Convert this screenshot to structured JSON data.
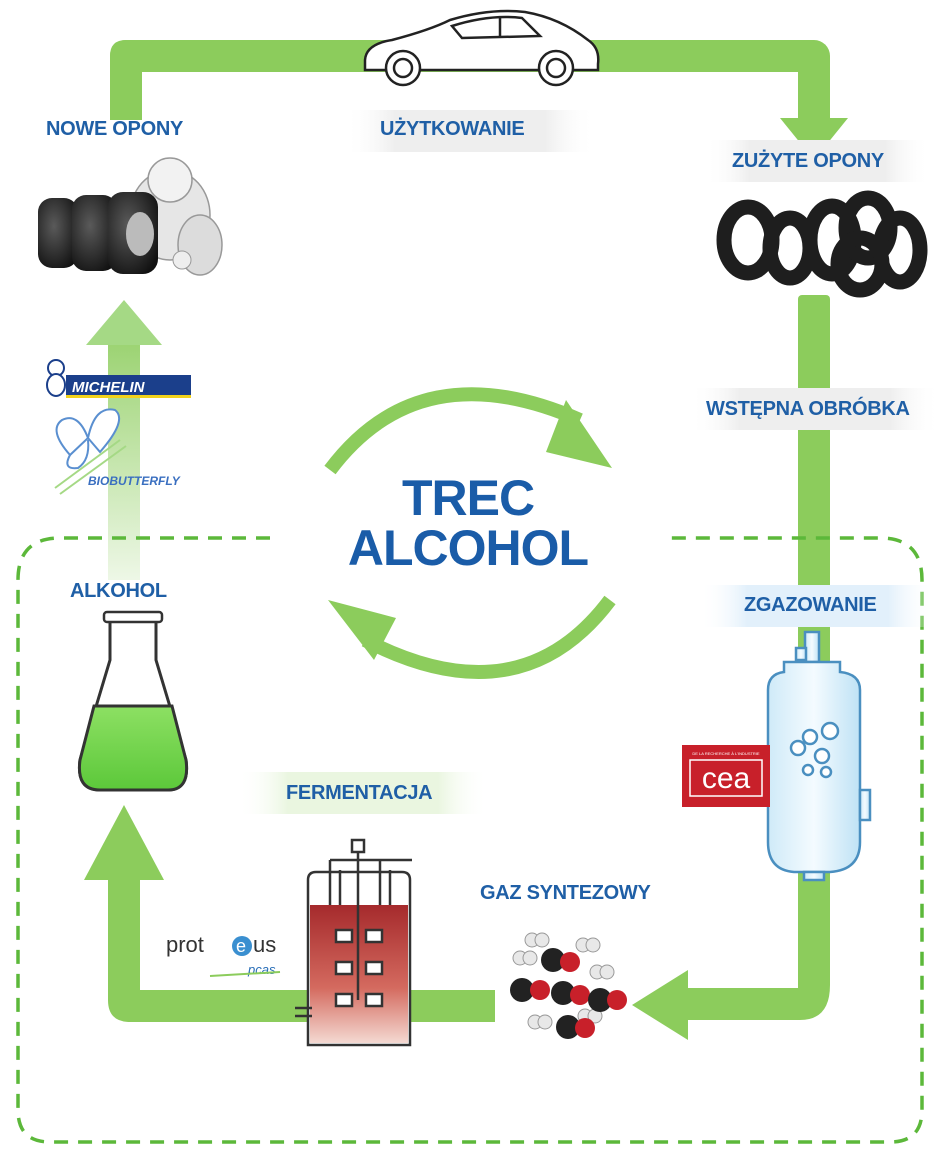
{
  "title": {
    "line1": "TREC",
    "line2": "ALCOHOL"
  },
  "stages": {
    "uzytkowanie": "UŻYTKOWANIE",
    "nowe_opony": "NOWE OPONY",
    "zuzyte_opony": "ZUŻYTE OPONY",
    "wstepna_obrobka": "WSTĘPNA OBRÓBKA",
    "zgazowanie": "ZGAZOWANIE",
    "gaz_syntezowy": "GAZ SYNTEZOWY",
    "fermentacja": "FERMENTACJA",
    "alkohol": "ALKOHOL"
  },
  "logos": {
    "michelin": "MICHELIN",
    "biobutterfly": "BIOBUTTERFLY",
    "cea": "cea",
    "cea_small": "DE LA RECHERCHE À L'INDUSTRIE",
    "proteus": "prot",
    "proteus_e": "e",
    "proteus_tail": "us",
    "pcas": "pcas"
  },
  "colors": {
    "arrow_green": "#8ccc5c",
    "dashed_green": "#5cb83a",
    "label_blue": "#1f5fa6",
    "liquid_green": "#7ed957",
    "reactor_red": "#b8383a",
    "cea_red": "#c8202a",
    "michelin_blue": "#1b3f8b"
  },
  "icons": [
    "car-icon",
    "tire-stack-icon",
    "used-tires-icon",
    "gasifier-icon",
    "syngas-molecules-icon",
    "fermenter-icon",
    "flask-icon",
    "cycle-arrows-icon"
  ]
}
